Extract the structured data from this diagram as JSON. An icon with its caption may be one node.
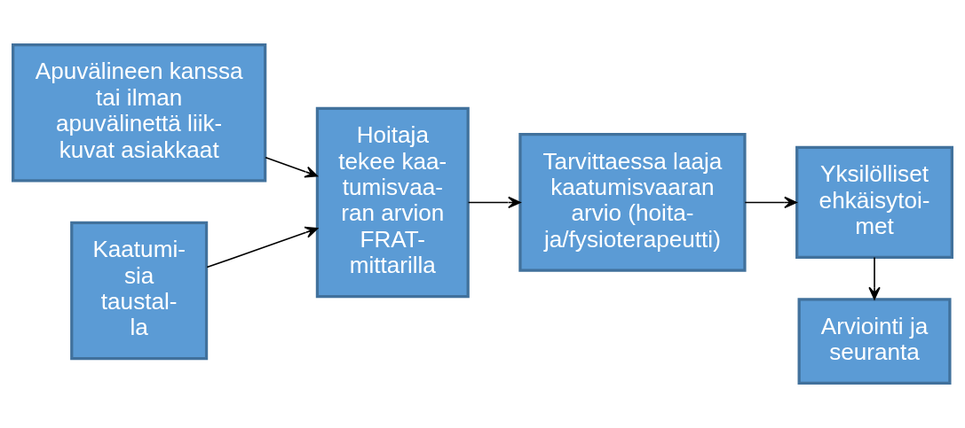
{
  "diagram": {
    "nodes": [
      {
        "text": [
          "Apuvälineen kanssa tai ilman apuvälinettä liik- kuvat asiakkaat"
        ]
      },
      {
        "text": [
          "Kaatumi- sia taustal- la"
        ]
      },
      {
        "text": [
          "Hoitaja tekee kaa- tumisvaa- ran arvion FRAT- mittarilla"
        ]
      },
      {
        "text": [
          "Tarvittaessa laaja kaatumisvaaran arvio (hoita- ja/fysioterapeutti)"
        ]
      },
      {
        "text": [
          "Yksilölliset ehkäisytoi- met"
        ]
      },
      {
        "text": [
          "Arviointi ja seuranta"
        ]
      }
    ],
    "edges": [
      {
        "from": 0,
        "to": 2,
        "arrow": "to"
      },
      {
        "from": 1,
        "to": 2,
        "arrow": "to"
      },
      {
        "from": 2,
        "to": 3,
        "arrow": "to"
      },
      {
        "from": 3,
        "to": 4,
        "arrow": "to"
      },
      {
        "from": 4,
        "to": 5,
        "arrow": "to"
      }
    ]
  }
}
